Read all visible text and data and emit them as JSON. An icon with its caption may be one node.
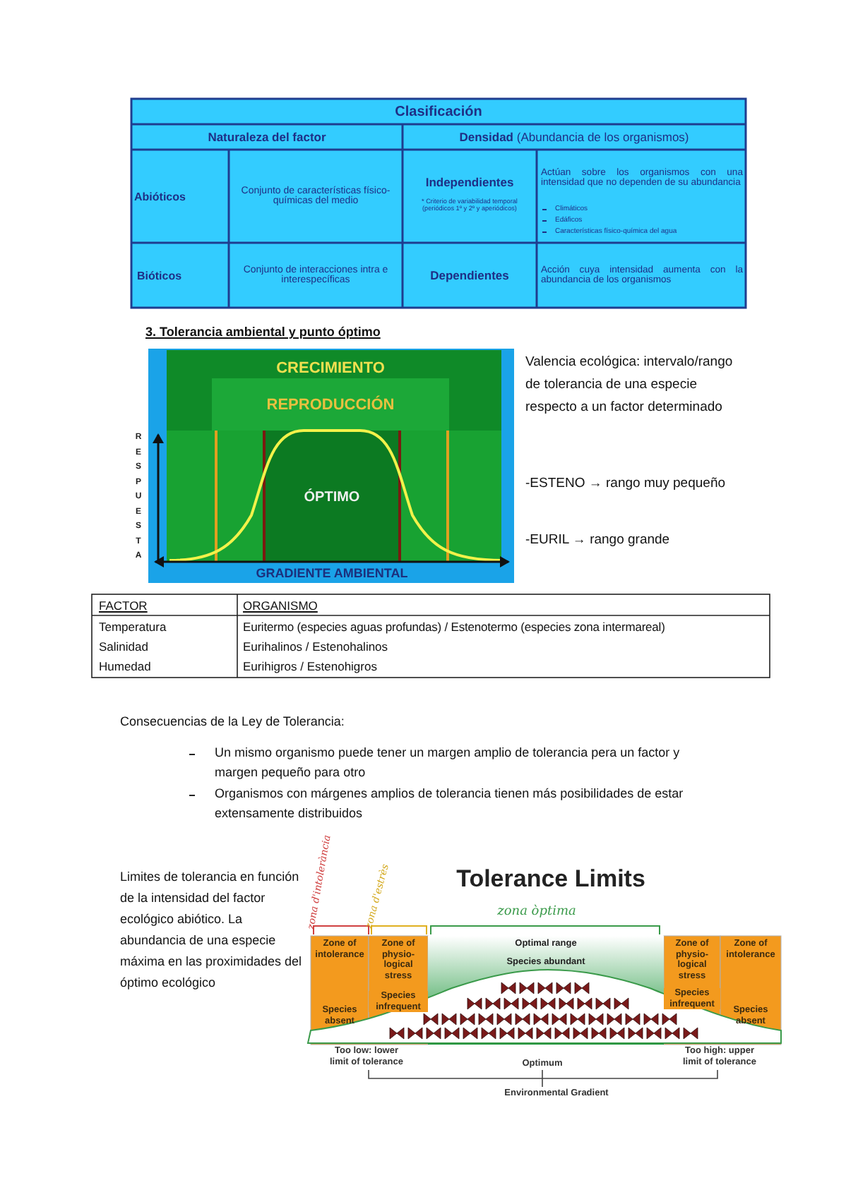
{
  "diagram": {
    "labels": [
      "Clasificación",
      "Naturaleza del factor",
      "**Densidad** (Abundancia de los organismos)",
      "Abióticos",
      "Conjunto de características físico-químicas del medio",
      "Independientes",
      "* Criterio de variabilidad temporal (periódicos 1º y 2º y aperiódicos)",
      "Actúan sobre los organismos con una intensidad que no dependen de su abundancia",
      "Climáticos",
      "Edáficos",
      "Características físico-química del agua",
      "Bióticos",
      "Conjunto de interacciones intra e interespecíficas",
      "Dependientes",
      "Acción cuya intensidad aumenta con la abundancia de los organismos",
      "3. Tolerancia ambiental y punto óptimo",
      "CRECIMIENTO",
      "REPRODUCCIÓN",
      "ÓPTIMO",
      "RESPUESTA",
      "GRADIENTE AMBIENTAL",
      "Valencia ecológica: intervalo/rango de tolerancia de una especie respecto a un factor determinado",
      "-ESTENO → rango muy pequeño",
      "-EURIL → rango grande",
      "FACTOR",
      "ORGANISMO",
      "Temperatura",
      "Euritermo (especies aguas profundas) / Estenotermo (especies zona intermareal)",
      "Salinidad",
      "Eurihalinos / Estenohalinos",
      "Humedad",
      "Eurihigros / Estenohigros",
      "Consecuencias de la Ley de Tolerancia:",
      "Un mismo organismo puede tener un margen amplio de tolerancia pera un factor y margen pequeño para otro",
      "Organismos con márgenes amplios de tolerancia tienen más posibilidades de estar extensamente distribuidos",
      "Limites de tolerancia en función de la intensidad del factor ecológico abiótico. La abundancia de una especie máxima en las proximidades del óptimo ecológico",
      "zona d'intolerància",
      "zona d'estrès",
      "Tolerance Limits",
      "zona òptima",
      "Zone of intolerance",
      "Zone of physio-logical stress",
      "Optimal range",
      "Species abundant",
      "Zone of physio-logical stress",
      "Zone of intolerance",
      "Species absent",
      "Species infrequent",
      "Species infrequent",
      "Species absent",
      "Too low: lower limit of tolerance",
      "Optimum",
      "Too high: upper limit of tolerance",
      "Environmental Gradient"
    ]
  }
}
